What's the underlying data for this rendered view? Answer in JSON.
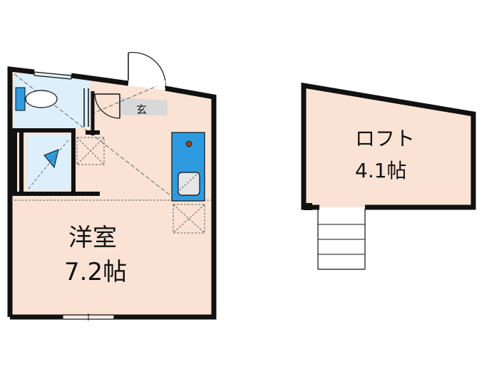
{
  "main_unit": {
    "room_name": "洋室",
    "room_size": "7.2帖",
    "entrance_label": "玄"
  },
  "loft": {
    "name": "ロフト",
    "size": "4.1帖"
  },
  "colors": {
    "floor": "#FAE3D5",
    "wall": "#111111",
    "wet_area": "#DCEFFA",
    "fixture_blue": "#2E9BE0",
    "entrance": "#D8D8D8"
  }
}
